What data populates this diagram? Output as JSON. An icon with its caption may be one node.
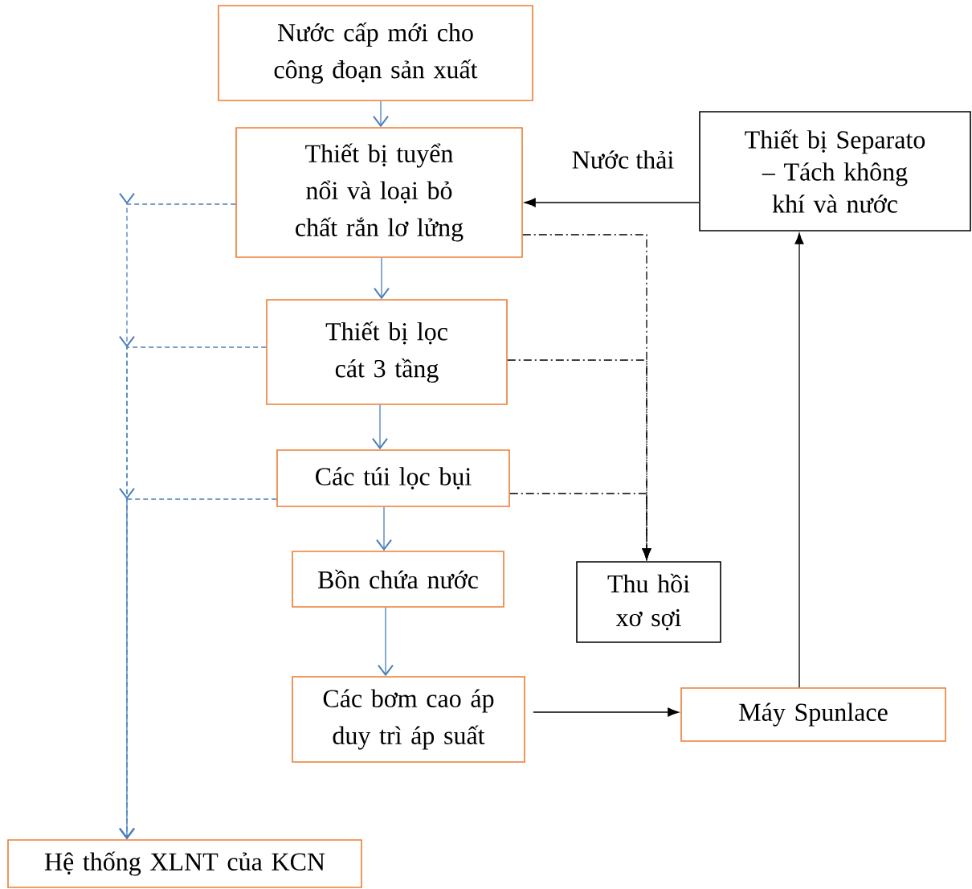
{
  "diagram": {
    "nodes": [
      {
        "text": [
          "Nước cấp mới cho công đoạn sản xuất"
        ]
      },
      {
        "text": [
          "Thiết bị tuyển nổi và loại bỏ chất rắn lơ lửng"
        ]
      },
      {
        "text": [
          "Thiết bị lọc cát 3 tầng"
        ]
      },
      {
        "text": [
          "Các túi lọc bụi"
        ]
      },
      {
        "text": [
          "Bồn chứa nước"
        ]
      },
      {
        "text": [
          "Các bơm cao áp duy trì áp suất"
        ]
      },
      {
        "text": [
          "Máy Spunlace"
        ]
      },
      {
        "text": [
          "Thiết bị Separato – Tách không khí và nước"
        ]
      },
      {
        "text": [
          "Thu hồi xơ sợi"
        ]
      },
      {
        "text": [
          "Hệ thống XLNT của KCN"
        ]
      }
    ],
    "edges": [
      {
        "from": 0,
        "to": 1,
        "arrow": "to"
      },
      {
        "from": 1,
        "to": 2,
        "arrow": "to"
      },
      {
        "from": 2,
        "to": 3,
        "arrow": "to"
      },
      {
        "from": 3,
        "to": 4,
        "arrow": "to"
      },
      {
        "from": 4,
        "to": 5,
        "arrow": "to"
      },
      {
        "from": 5,
        "to": 6,
        "arrow": "to",
        "color": "#000000"
      },
      {
        "from": 6,
        "to": 7,
        "arrow": "to",
        "color": "#000000"
      },
      {
        "from": 7,
        "to": 1,
        "arrow": "to",
        "color": "#000000",
        "label": "Nước thải"
      },
      {
        "from": 1,
        "to": 8,
        "arrow": "to",
        "color": "#000000",
        "style": "dashed"
      },
      {
        "from": 2,
        "to": 8,
        "arrow": "to",
        "color": "#000000",
        "style": "dashed"
      },
      {
        "from": 3,
        "to": 8,
        "arrow": "to",
        "color": "#000000",
        "style": "dashed"
      },
      {
        "from": 1,
        "to": 9,
        "arrow": "to",
        "style": "dashed"
      },
      {
        "from": 2,
        "to": 9,
        "arrow": "to",
        "style": "dashed"
      },
      {
        "from": 3,
        "to": 9,
        "arrow": "to",
        "style": "dashed"
      }
    ]
  }
}
